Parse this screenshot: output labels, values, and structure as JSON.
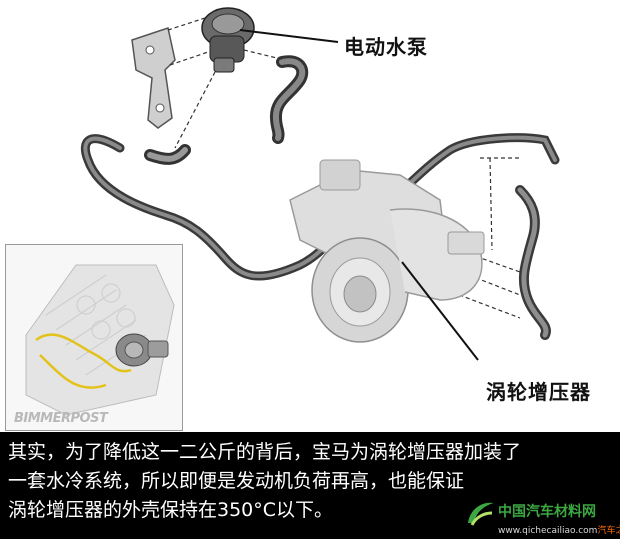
{
  "callouts": {
    "pump": "电动水泵",
    "turbo": "涡轮增压器"
  },
  "inset": {
    "logo": "BIMMERPOST"
  },
  "caption": {
    "lines": [
      "其实，为了降低这一二公斤的背后，宝马为涡轮增压器加装了",
      "一套水冷系统，所以即便是发动机负荷再高，也能保证",
      "涡轮增压器的外壳保持在350°C以下。"
    ]
  },
  "watermark": {
    "name": "中国汽车材料网",
    "url": "www.qichecailiao.com",
    "suffix": "汽车之家"
  }
}
